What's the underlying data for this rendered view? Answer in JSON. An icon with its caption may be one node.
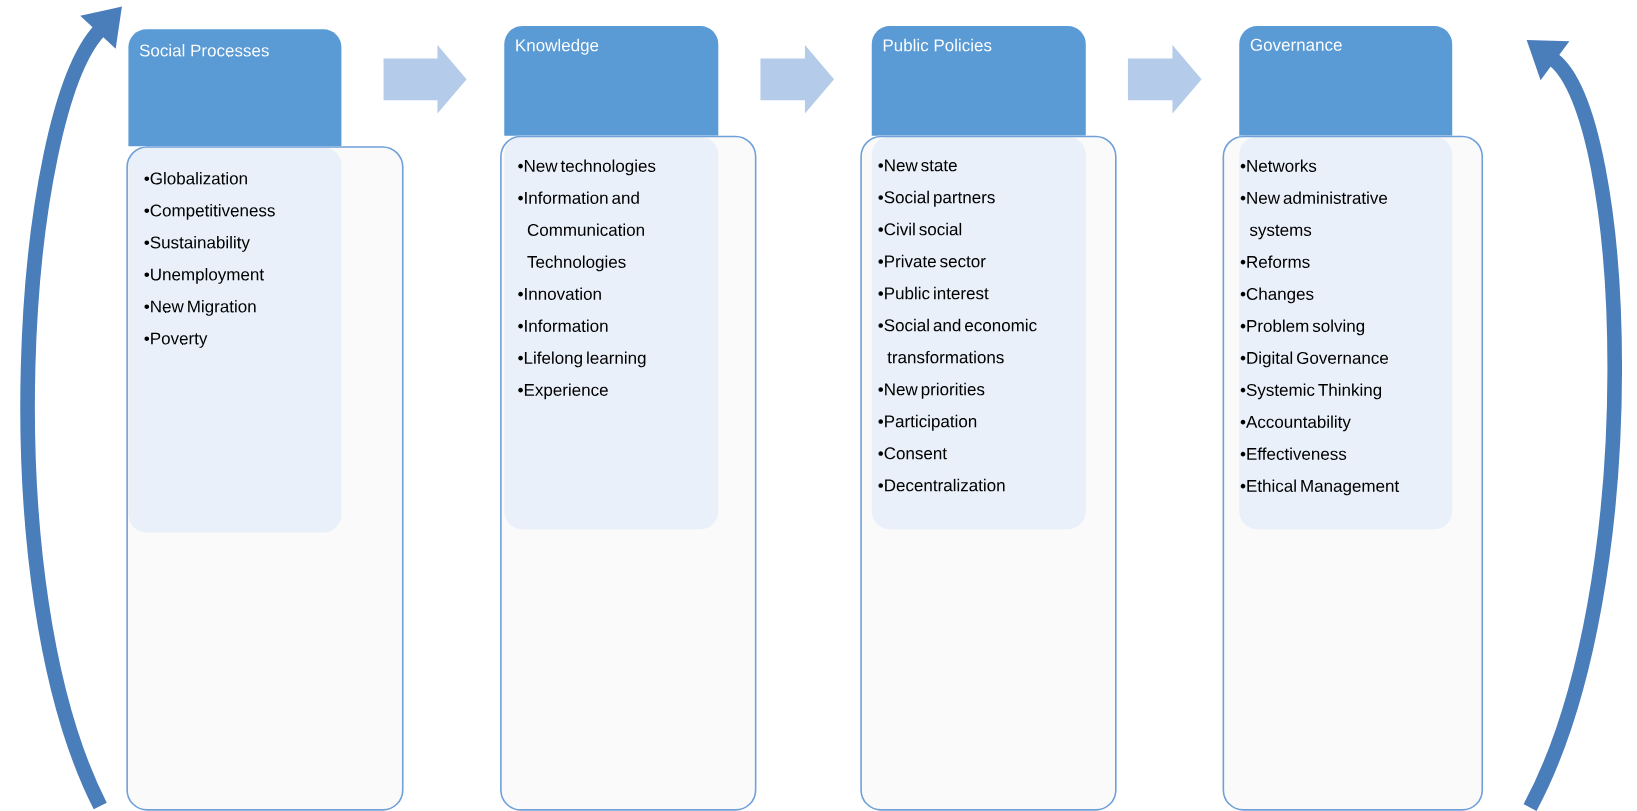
{
  "diagram": {
    "nodes": [
      {
        "text": [
          "Social Processes"
        ]
      },
      {
        "text": [
          "•Globalization",
          "•Competitiveness",
          "•Sustainability",
          "•Unemployment",
          "•New Migration",
          "•Poverty"
        ]
      },
      {
        "text": [
          "Knowledge"
        ]
      },
      {
        "text": [
          "•New technologies",
          "•Information and Communication Technologies",
          "•Innovation",
          "•Information",
          "•Lifelong learning",
          "•Experience"
        ]
      },
      {
        "text": [
          "Public Policies"
        ]
      },
      {
        "text": [
          "•New state",
          "•Social partners",
          "•Civil social",
          "•Private sector",
          "•Public interest",
          "•Social and economic transformations",
          "•New priorities",
          "•Participation",
          "•Consent",
          "•Decentralization"
        ]
      },
      {
        "text": [
          "Governance"
        ]
      },
      {
        "text": [
          "•Networks",
          "•New administrative systems",
          "•Reforms",
          "•Changes",
          "•Problem solving",
          "•Digital Governance",
          "•Systemic Thinking",
          "•Accountability",
          "•Effectiveness",
          "•Ethical Management"
        ]
      }
    ],
    "edges": [
      {
        "from": 0,
        "to": 2,
        "arrow": "to",
        "color": "#b4cce9"
      },
      {
        "from": 2,
        "to": 4,
        "arrow": "to",
        "color": "#b4cce9"
      },
      {
        "from": 4,
        "to": 6,
        "arrow": "to",
        "color": "#b4cce9"
      },
      {
        "from": null,
        "to": 0,
        "arrow": "to",
        "color": "#4a7ebb"
      },
      {
        "from": 7,
        "to": null,
        "arrow": "to",
        "color": "#4a7ebb"
      }
    ]
  }
}
